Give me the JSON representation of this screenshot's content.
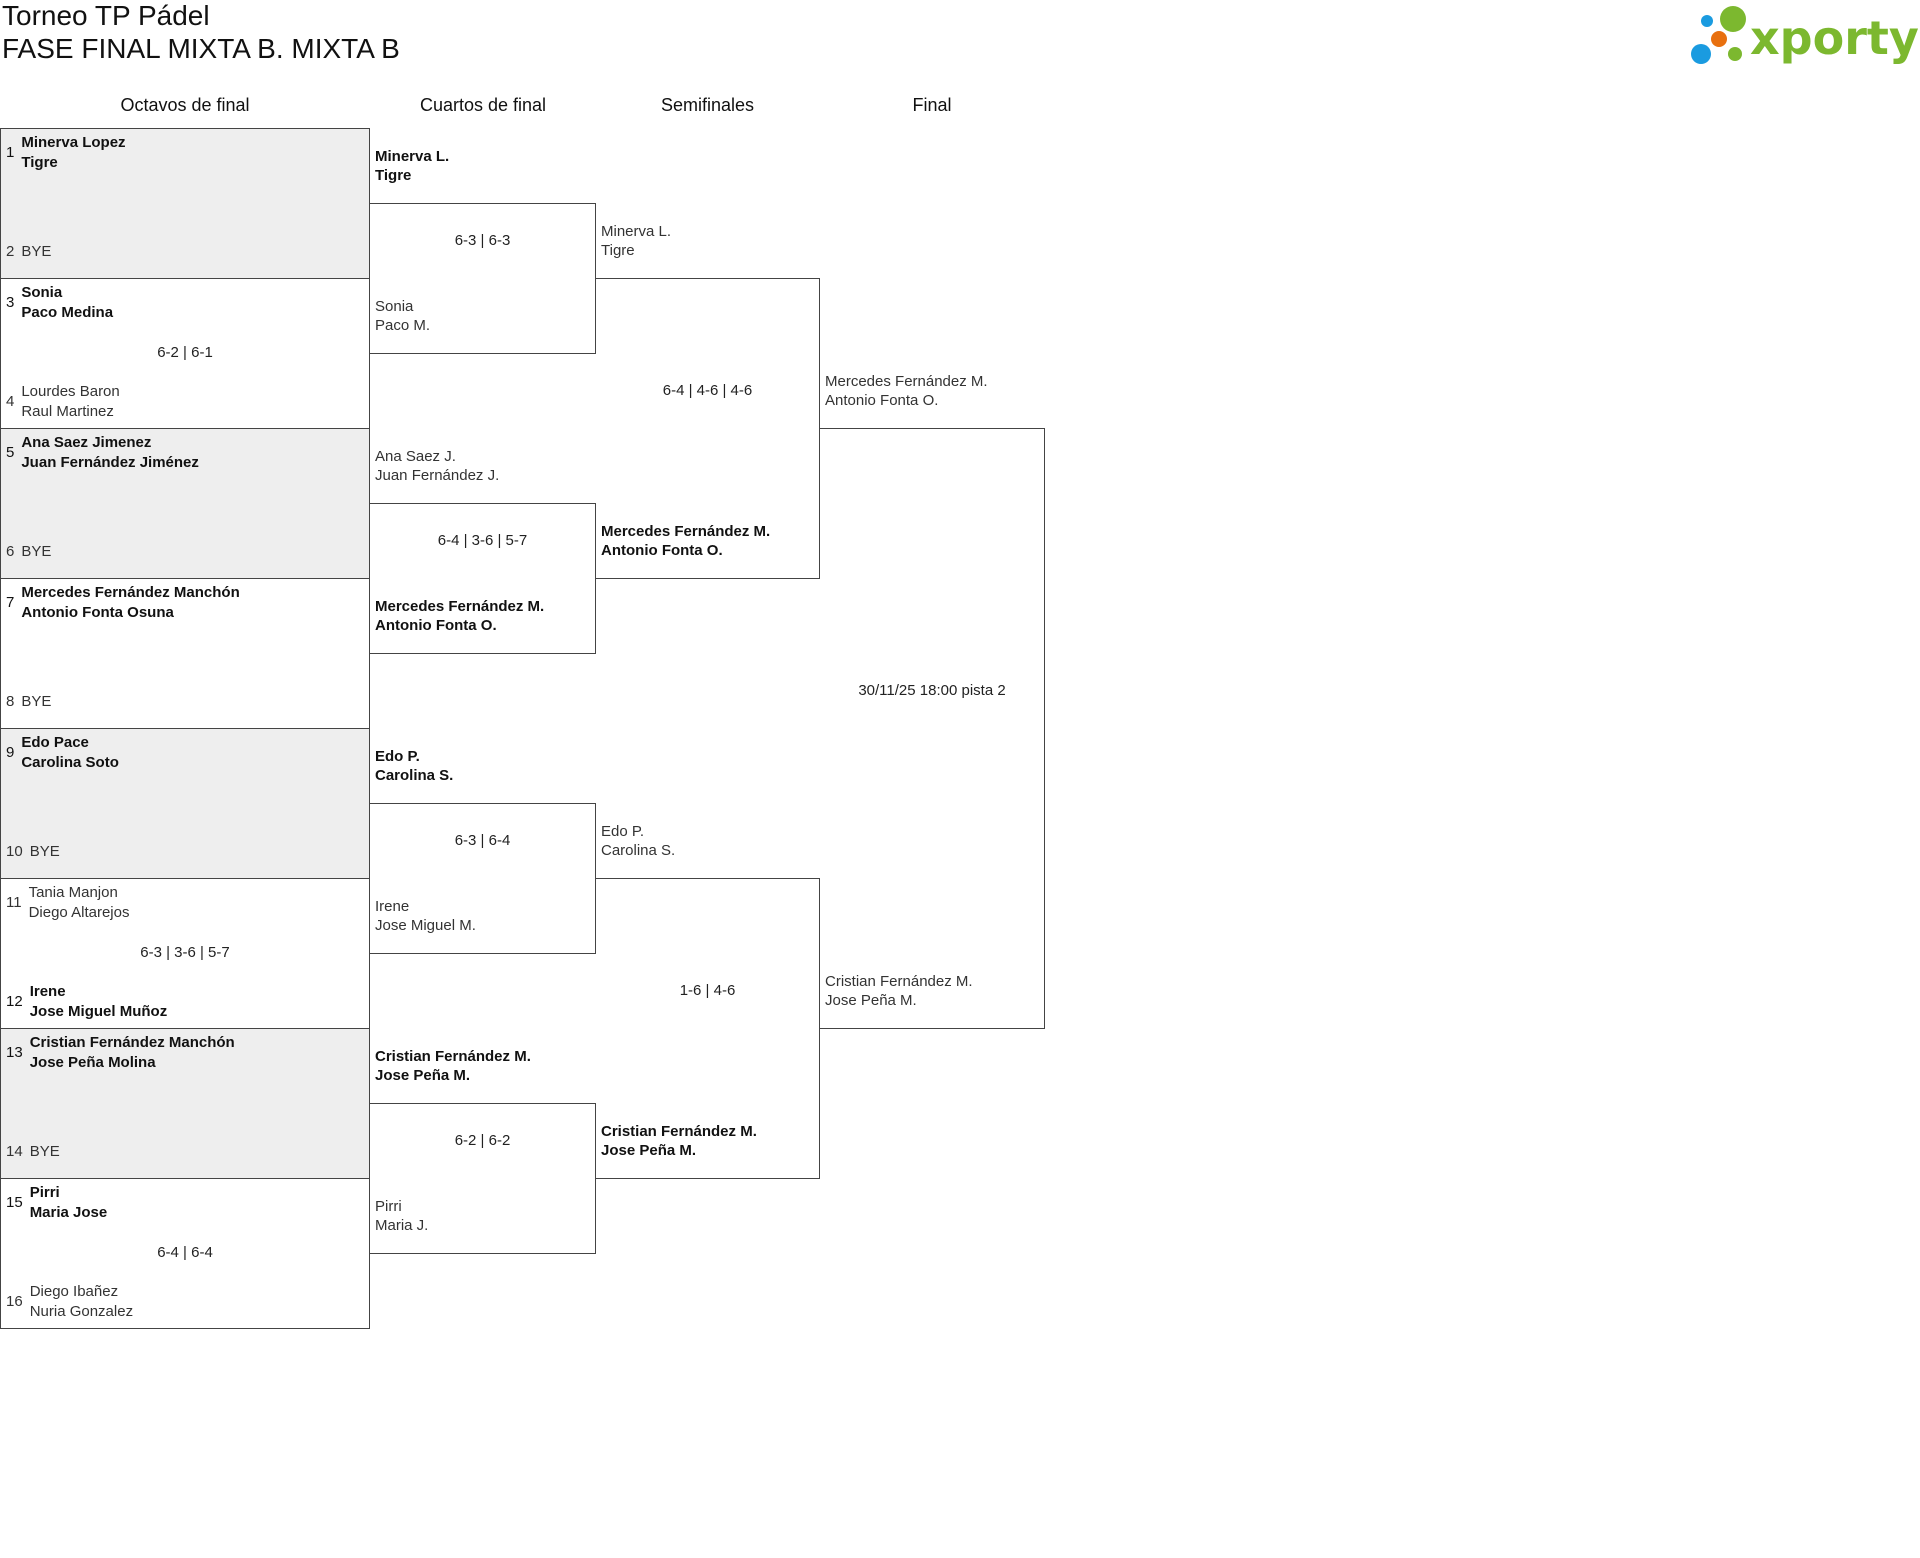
{
  "header": {
    "title": "Torneo TP Pádel",
    "subtitle": "FASE FINAL MIXTA B. MIXTA B",
    "logo_text": "xporty"
  },
  "colors": {
    "logo_green": "#7cb82f",
    "logo_blue": "#1a9be0",
    "logo_orange": "#e8700f",
    "bye_bg": "#eeeeee"
  },
  "columns": [
    "Octavos de final",
    "Cuartos de final",
    "Semifinales",
    "Final"
  ],
  "octavos": [
    {
      "seed1": "1",
      "team1": [
        "Minerva Lopez",
        "Tigre"
      ],
      "seed2": "2",
      "team2": [
        "BYE"
      ],
      "score": "",
      "winner": 1,
      "bye": true
    },
    {
      "seed1": "3",
      "team1": [
        "Sonia",
        "Paco Medina"
      ],
      "seed2": "4",
      "team2": [
        "Lourdes Baron",
        "Raul Martinez"
      ],
      "score": "6-2 | 6-1",
      "winner": 1,
      "bye": false
    },
    {
      "seed1": "5",
      "team1": [
        "Ana Saez Jimenez",
        "Juan Fernández Jiménez"
      ],
      "seed2": "6",
      "team2": [
        "BYE"
      ],
      "score": "",
      "winner": 1,
      "bye": true
    },
    {
      "seed1": "7",
      "team1": [
        "Mercedes Fernández Manchón",
        "Antonio Fonta Osuna"
      ],
      "seed2": "8",
      "team2": [
        "BYE"
      ],
      "score": "",
      "winner": 1,
      "bye": false
    },
    {
      "seed1": "9",
      "team1": [
        "Edo Pace",
        "Carolina Soto"
      ],
      "seed2": "10",
      "team2": [
        "BYE"
      ],
      "score": "",
      "winner": 1,
      "bye": true
    },
    {
      "seed1": "11",
      "team1": [
        "Tania Manjon",
        "Diego Altarejos"
      ],
      "seed2": "12",
      "team2": [
        "Irene",
        "Jose Miguel Muñoz"
      ],
      "score": "6-3 | 3-6 | 5-7",
      "winner": 2,
      "bye": false
    },
    {
      "seed1": "13",
      "team1": [
        "Cristian Fernández Manchón",
        "Jose Peña Molina"
      ],
      "seed2": "14",
      "team2": [
        "BYE"
      ],
      "score": "",
      "winner": 1,
      "bye": true
    },
    {
      "seed1": "15",
      "team1": [
        "Pirri",
        "Maria Jose"
      ],
      "seed2": "16",
      "team2": [
        "Diego Ibañez",
        "Nuria Gonzalez"
      ],
      "score": "6-4 | 6-4",
      "winner": 1,
      "bye": false
    }
  ],
  "cuartos": [
    {
      "team1": [
        "Minerva L.",
        "Tigre"
      ],
      "team2": [
        "Sonia",
        "Paco M."
      ],
      "score": "6-3 | 6-3",
      "winner": 1
    },
    {
      "team1": [
        "Ana Saez J.",
        "Juan Fernández J."
      ],
      "team2": [
        "Mercedes Fernández M.",
        "Antonio Fonta O."
      ],
      "score": "6-4 | 3-6 | 5-7",
      "winner": 2
    },
    {
      "team1": [
        "Edo P.",
        "Carolina S."
      ],
      "team2": [
        "Irene",
        "Jose Miguel M."
      ],
      "score": "6-3 | 6-4",
      "winner": 1
    },
    {
      "team1": [
        "Cristian Fernández M.",
        "Jose Peña M."
      ],
      "team2": [
        "Pirri",
        "Maria J."
      ],
      "score": "6-2 | 6-2",
      "winner": 1
    }
  ],
  "semifinales": [
    {
      "team1": [
        "Minerva L.",
        "Tigre"
      ],
      "team2": [
        "Mercedes Fernández M.",
        "Antonio Fonta O."
      ],
      "score": "6-4 | 4-6 | 4-6",
      "winner": 2
    },
    {
      "team1": [
        "Edo P.",
        "Carolina S."
      ],
      "team2": [
        "Cristian Fernández M.",
        "Jose Peña M."
      ],
      "score": "1-6 | 4-6",
      "winner": 2
    }
  ],
  "final": {
    "team1": [
      "Mercedes Fernández M.",
      "Antonio Fonta O."
    ],
    "team2": [
      "Cristian Fernández M.",
      "Jose Peña M."
    ],
    "score": "30/11/25 18:00 pista 2",
    "winner": 0
  }
}
